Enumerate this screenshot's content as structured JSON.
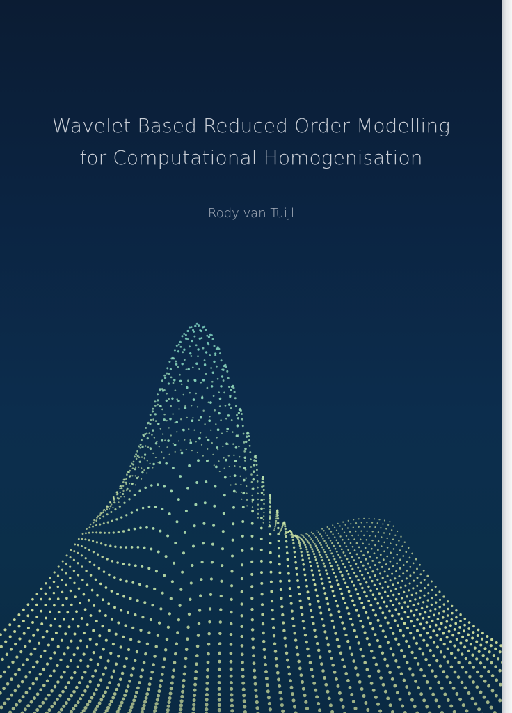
{
  "cover": {
    "title_line1": "Wavelet Based Reduced Order Modelling",
    "title_line2": "for Computational Homogenisation",
    "author": "Rody van Tuijl"
  },
  "colors": {
    "background_top": "#0b1c33",
    "background_bottom": "#0a2a43",
    "title_text": "#c9ced6",
    "dots_peak": "#7fd6c4",
    "dots_base": "#d8e6a0"
  },
  "artwork": {
    "description_icon": "dotted-surface-illustration"
  }
}
